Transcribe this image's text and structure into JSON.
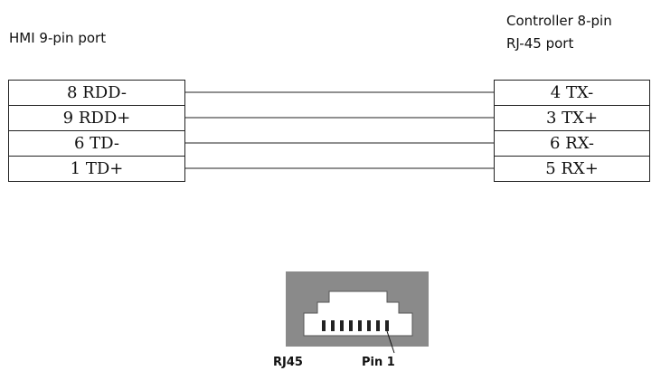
{
  "hmi": {
    "title": "HMI 9-pin port",
    "pins": [
      "8 RDD-",
      "9 RDD+",
      "6 TD-",
      "1 TD+"
    ]
  },
  "controller": {
    "title_line1": "Controller 8-pin",
    "title_line2": "RJ-45 port",
    "pins": [
      "4 TX-",
      "3 TX+",
      "6 RX-",
      "5 RX+"
    ]
  },
  "connector_figure": {
    "connector_label": "RJ45",
    "pin_label": "Pin 1",
    "colors": {
      "body": "#8a8a8a",
      "jack_opening": "#ffffff"
    }
  }
}
